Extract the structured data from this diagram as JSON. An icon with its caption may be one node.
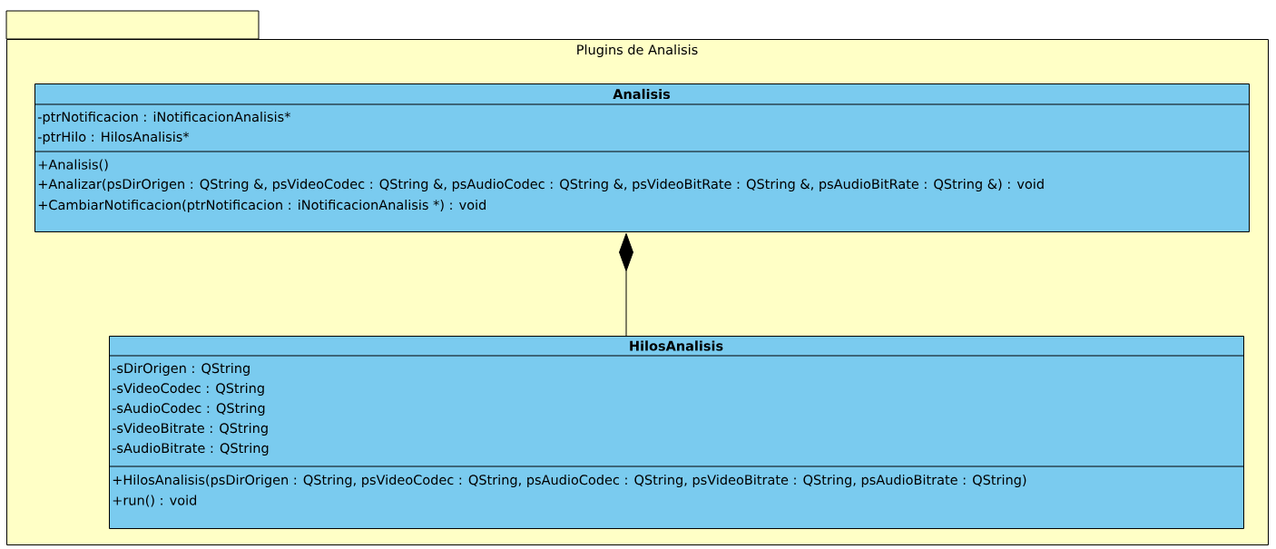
{
  "diagram": {
    "nodes": [
      {
        "text": [
          "Plugins de Analisis"
        ]
      },
      {
        "text": [
          "Analisis",
          "-ptrNotificacion : iNotificacionAnalisis*",
          "-ptrHilo : HilosAnalisis*",
          "+Analisis()",
          "+Analizar(psDirOrigen : QString &, psVideoCodec : QString &, psAudioCodec : QString &, psVideoBitRate : QString &, psAudioBitRate : QString &) : void",
          "+CambiarNotificacion(ptrNotificacion : iNotificacionAnalisis *) : void"
        ],
        "in": 0
      },
      {
        "text": [
          "HilosAnalisis",
          "-sDirOrigen : QString",
          "-sVideoCodec : QString",
          "-sAudioCodec : QString",
          "-sVideoBitrate : QString",
          "-sAudioBitrate : QString",
          "+HilosAnalisis(psDirOrigen : QString, psVideoCodec : QString, psAudioCodec : QString, psVideoBitrate : QString, psAudioBitrate : QString)",
          "+run() : void"
        ],
        "in": 0
      }
    ],
    "edges": [
      {
        "from": 2,
        "to": 1,
        "arrow": "other"
      }
    ]
  }
}
